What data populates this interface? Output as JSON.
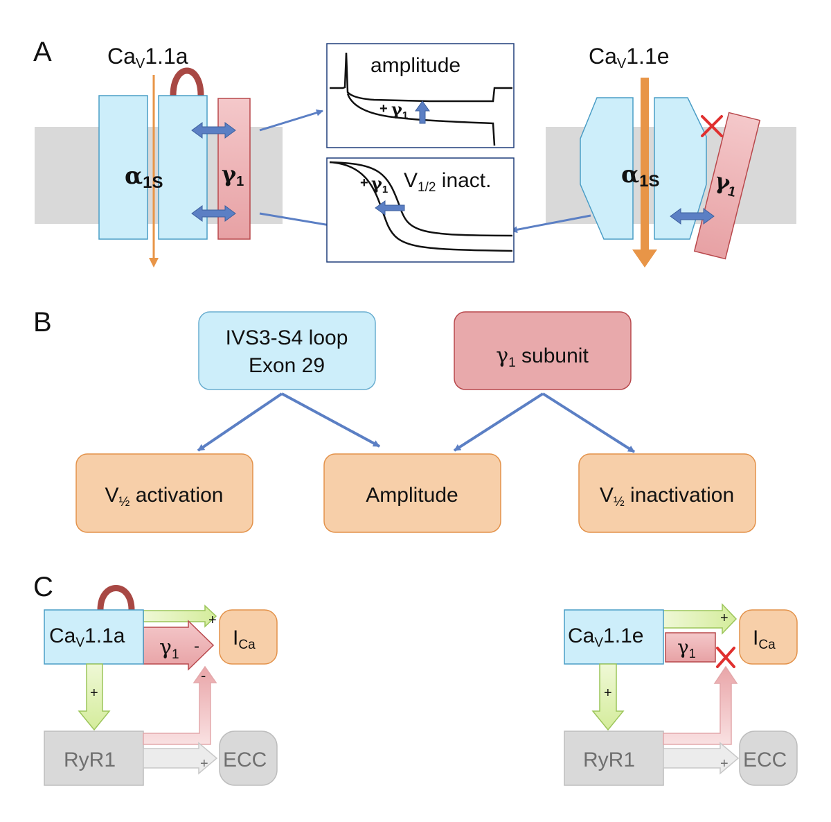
{
  "colors": {
    "blue_fill": "#cdeefa",
    "blue_stroke": "#4a9dc6",
    "red_fill": "#e8a9ab",
    "red_stroke": "#b8484c",
    "orange_fill": "#f7cfa9",
    "orange_stroke": "#e3924a",
    "gray_fill": "#d9d9d9",
    "arrow_blue": "#5b7fc4",
    "channel_arrow": "#e89547",
    "loop": "#a84844",
    "green_fill": "#d9f0a8",
    "cross_red": "#e0302f"
  },
  "panel_a": {
    "letter": "A",
    "left": {
      "title_main": "Ca",
      "title_sub": "V",
      "title_tail": "1.1a",
      "alpha_main": "α",
      "alpha_sub": "1S",
      "gamma_main": "γ",
      "gamma_sub": "1"
    },
    "right": {
      "title_main": "Ca",
      "title_sub": "V",
      "title_tail": "1.1e",
      "alpha_main": "α",
      "alpha_sub": "1S",
      "gamma_main": "γ",
      "gamma_sub": "1"
    },
    "inset_amplitude": {
      "label": "amplitude",
      "mod_plus": "+",
      "mod_gamma": "γ",
      "mod_sub": "1"
    },
    "inset_inact": {
      "label_main": "V",
      "label_sub": "1/2",
      "label_tail": " inact.",
      "mod_plus": "+",
      "mod_gamma": "γ",
      "mod_sub": "1"
    }
  },
  "panel_b": {
    "letter": "B",
    "box_loop_line1": "IVS3-S4 loop",
    "box_loop_line2": "Exon 29",
    "box_gamma_symbol": "γ",
    "box_gamma_sub": "1",
    "box_gamma_tail": " subunit",
    "box_act_main": "V",
    "box_act_sub": "½",
    "box_act_tail": " activation",
    "box_amplitude": "Amplitude",
    "box_inact_main": "V",
    "box_inact_sub": "½",
    "box_inact_tail": " inactivation"
  },
  "panel_c": {
    "letter": "C",
    "left": {
      "channel_main": "Ca",
      "channel_sub": "V",
      "channel_tail": "1.1a",
      "gamma_main": "γ",
      "gamma_sub": "1",
      "gamma_sign": "-",
      "ica_main": "I",
      "ica_sub": "Ca",
      "ryr": "RyR1",
      "ecc": "ECC",
      "plus_top": "+",
      "plus_down": "+",
      "plus_ecc": "+",
      "minus_up": "-"
    },
    "right": {
      "channel_main": "Ca",
      "channel_sub": "V",
      "channel_tail": "1.1e",
      "gamma_main": "γ",
      "gamma_sub": "1",
      "ica_main": "I",
      "ica_sub": "Ca",
      "ryr": "RyR1",
      "ecc": "ECC",
      "plus_top": "+",
      "plus_down": "+",
      "plus_ecc": "+"
    }
  }
}
